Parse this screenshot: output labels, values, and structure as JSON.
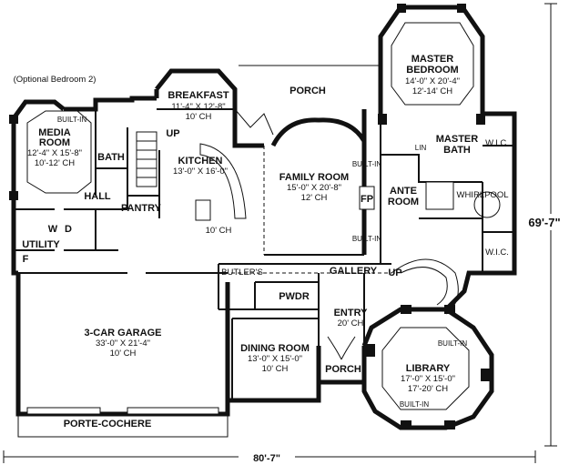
{
  "optional_note": "(Optional Bedroom 2)",
  "rooms": {
    "porch_top": {
      "name": "PORCH"
    },
    "breakfast": {
      "name": "BREAKFAST",
      "dims": "11'-4\" X 12'-8\"",
      "ceiling": "10' CH"
    },
    "media": {
      "name1": "MEDIA",
      "name2": "ROOM",
      "dims": "12'-4\" X 15'-8\"",
      "ceiling": "10'-12' CH",
      "builtin": "BUILT-IN"
    },
    "bath": {
      "name": "BATH"
    },
    "hall": {
      "name": "HALL"
    },
    "up_stair": {
      "label": "UP"
    },
    "kitchen": {
      "name": "KITCHEN",
      "dims": "13'-0\" X 16'-0\"",
      "ceiling": "10' CH"
    },
    "pantry": {
      "name": "PANTRY"
    },
    "utility": {
      "name": "UTILITY",
      "w": "W",
      "d": "D",
      "f": "F"
    },
    "family": {
      "name": "FAMILY ROOM",
      "dims": "15'-0\" X 20'-8\"",
      "ceiling": "12' CH",
      "builtin_top": "BUILT-IN",
      "builtin_bottom": "BUILT-IN",
      "fp": "FP"
    },
    "master_bedroom": {
      "name1": "MASTER",
      "name2": "BEDROOM",
      "dims": "14'-0\" X 20'-4\"",
      "ceiling": "12'-14' CH"
    },
    "master_bath": {
      "name1": "MASTER",
      "name2": "BATH",
      "lin": "LIN",
      "wic_top": "W.I.C.",
      "wic_bottom": "W.I.C.",
      "whirlpool": "WHIRLPOOL"
    },
    "ante": {
      "name1": "ANTE",
      "name2": "ROOM"
    },
    "gallery": {
      "name": "GALLERY",
      "up": "UP"
    },
    "butlers": {
      "name": "BUTLER'S"
    },
    "pwdr": {
      "name": "PWDR"
    },
    "entry": {
      "name": "ENTRY",
      "ceiling": "20' CH"
    },
    "garage": {
      "name": "3-CAR GARAGE",
      "dims": "33'-0\" X 21'-4\"",
      "ceiling": "10' CH"
    },
    "dining": {
      "name": "DINING ROOM",
      "dims": "13'-0\" X 15'-0\"",
      "ceiling": "10' CH"
    },
    "porch_front": {
      "name": "PORCH"
    },
    "library": {
      "name": "LIBRARY",
      "dims": "17'-0\" X 15'-0\"",
      "ceiling": "17'-20' CH",
      "builtin_top": "BUILT-IN",
      "builtin_bottom": "BUILT-IN"
    },
    "porte_cochere": {
      "name": "PORTE-COCHERE"
    }
  },
  "dimensions": {
    "width": "80'-7\"",
    "depth": "69'-7\""
  }
}
